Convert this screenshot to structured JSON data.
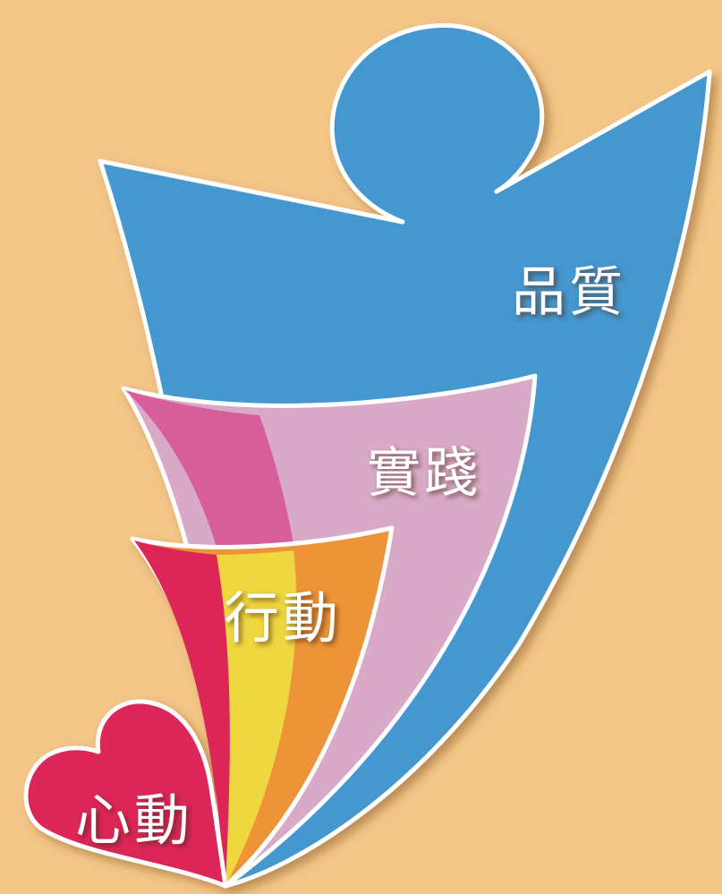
{
  "diagram": {
    "stages": [
      {
        "id": "quality",
        "label": "品質",
        "color": "#4497cf"
      },
      {
        "id": "practice",
        "label": "實踐",
        "color": "#d9aac8"
      },
      {
        "id": "action",
        "label": "行動",
        "color": "#ee9437"
      },
      {
        "id": "heart",
        "label": "心動",
        "color": "#dd2558"
      }
    ]
  },
  "colors": {
    "background": "#f3c587",
    "pink": "#d75d9b",
    "yellow": "#efd73f",
    "outline": "#ffffff"
  }
}
